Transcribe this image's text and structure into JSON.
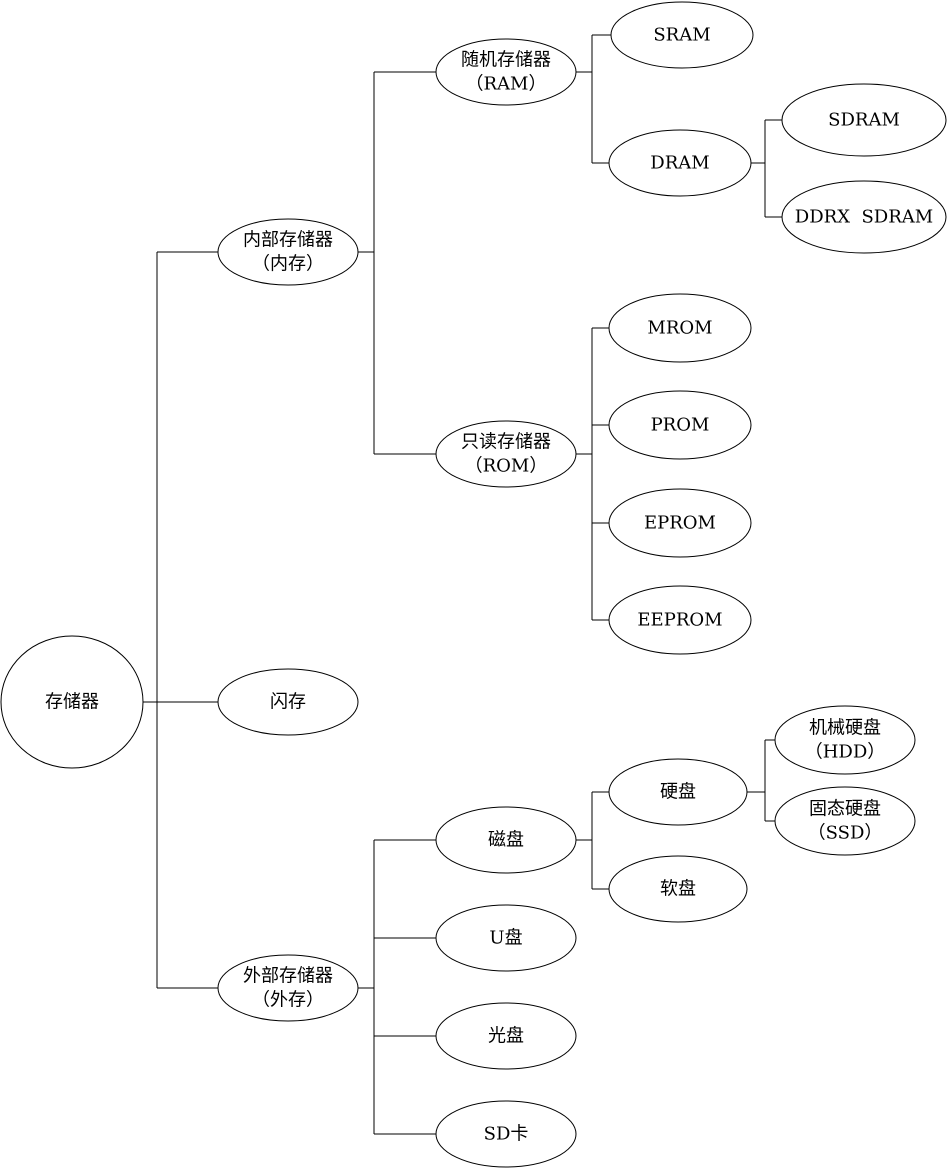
{
  "diagram": {
    "type": "tree",
    "root": {
      "id": "n0",
      "lines": [
        "存储器"
      ],
      "children": [
        {
          "id": "n1",
          "lines": [
            "内部存储器",
            "（内存）"
          ],
          "children": [
            {
              "id": "n1a",
              "lines": [
                "随机存储器",
                "（RAM）"
              ],
              "children": [
                {
                  "id": "n1a1",
                  "lines": [
                    "SRAM"
                  ]
                },
                {
                  "id": "n1a2",
                  "lines": [
                    "DRAM"
                  ],
                  "children": [
                    {
                      "id": "n1a2a",
                      "lines": [
                        "SDRAM"
                      ]
                    },
                    {
                      "id": "n1a2b",
                      "lines": [
                        "DDRX  SDRAM"
                      ]
                    }
                  ]
                }
              ]
            },
            {
              "id": "n1b",
              "lines": [
                "只读存储器",
                "（ROM）"
              ],
              "children": [
                {
                  "id": "n1b1",
                  "lines": [
                    "MROM"
                  ]
                },
                {
                  "id": "n1b2",
                  "lines": [
                    "PROM"
                  ]
                },
                {
                  "id": "n1b3",
                  "lines": [
                    "EPROM"
                  ]
                },
                {
                  "id": "n1b4",
                  "lines": [
                    "EEPROM"
                  ]
                }
              ]
            }
          ]
        },
        {
          "id": "n2",
          "lines": [
            "闪存"
          ]
        },
        {
          "id": "n3",
          "lines": [
            "外部存储器",
            "（外存）"
          ],
          "children": [
            {
              "id": "n3a",
              "lines": [
                "磁盘"
              ],
              "children": [
                {
                  "id": "n3a1",
                  "lines": [
                    "硬盘"
                  ],
                  "children": [
                    {
                      "id": "n3a1a",
                      "lines": [
                        "机械硬盘",
                        "（HDD）"
                      ]
                    },
                    {
                      "id": "n3a1b",
                      "lines": [
                        "固态硬盘",
                        "（SSD）"
                      ]
                    }
                  ]
                },
                {
                  "id": "n3a2",
                  "lines": [
                    "软盘"
                  ]
                }
              ]
            },
            {
              "id": "n3b",
              "lines": [
                "U盘"
              ]
            },
            {
              "id": "n3c",
              "lines": [
                "光盘"
              ]
            },
            {
              "id": "n3d",
              "lines": [
                "SD卡"
              ]
            }
          ]
        }
      ]
    }
  }
}
